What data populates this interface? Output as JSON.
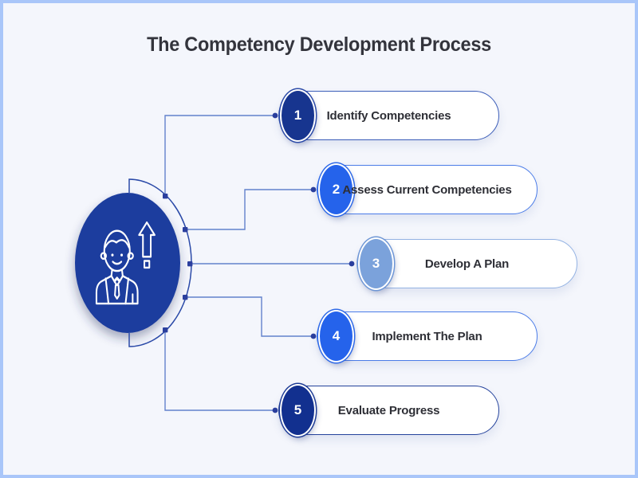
{
  "title": "The Competency Development Process",
  "hub": {
    "icon": "person-with-growth-arrow",
    "color": "#1e3e9e",
    "arc_color": "#2b4aa8"
  },
  "steps": [
    {
      "number": "1",
      "label": "Identify Competencies",
      "colors": {
        "circle": "#17358f",
        "ring": "#2b4aa8",
        "border": "#3a5cb8"
      }
    },
    {
      "number": "2",
      "label": "Assess Current Competencies",
      "colors": {
        "circle": "#2563eb",
        "ring": "#2f6ae8",
        "border": "#4b7ce8"
      }
    },
    {
      "number": "3",
      "label": "Develop A Plan",
      "colors": {
        "circle": "#7ba2db",
        "ring": "#6f97d6",
        "border": "#93b2e3"
      }
    },
    {
      "number": "4",
      "label": "Implement The Plan",
      "colors": {
        "circle": "#2563eb",
        "ring": "#2f6ae8",
        "border": "#4b7ce8"
      }
    },
    {
      "number": "5",
      "label": "Evaluate Progress",
      "colors": {
        "circle": "#12308f",
        "ring": "#1e3c96",
        "border": "#24429c"
      }
    }
  ],
  "canvas": {
    "background": "#f4f6fc",
    "frame_border": "#a9c6f9",
    "connector_color": "#6282cc",
    "dot_color": "#2b3f9e",
    "title_color": "#33343c",
    "label_color": "#2e2f36"
  }
}
